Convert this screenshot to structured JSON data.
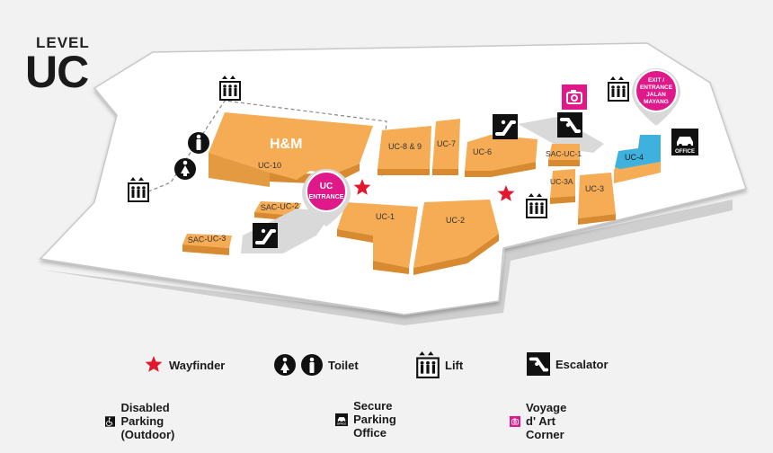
{
  "level": {
    "label": "LEVEL",
    "code": "UC"
  },
  "stores": {
    "hm": "H&M",
    "uc10": "UC-10",
    "sac_uc2": "SAC-UC-2",
    "sac_uc3": "SAC-UC-3",
    "uc1": "UC-1",
    "uc2": "UC-2",
    "uc89": "UC-8 & 9",
    "uc7": "UC-7",
    "uc6": "UC-6",
    "sac_uc1": "SAC-UC-1",
    "uc3a": "UC-3A",
    "uc3": "UC-3",
    "uc4": "UC-4"
  },
  "pins": {
    "uc_entrance": [
      "UC",
      "ENTRANCE"
    ],
    "exit_entrance": [
      "EXIT /",
      "ENTRANCE",
      "JALAN",
      "MAYANG"
    ]
  },
  "map_labels": {
    "office": "OFFICE"
  },
  "legend": {
    "wayfinder": "Wayfinder",
    "toilet": "Toilet",
    "lift": "Lift",
    "escalator": "Escalator",
    "disabled_parking": "Disabled Parking (Outdoor)",
    "secure_parking": "Secure Parking Office",
    "office_icon": "OFFICE",
    "voyage": "Voyage d' Art Corner"
  },
  "colors": {
    "store": "#f5ac55",
    "store_side": "#d88a30",
    "highlight": "#3fb1df",
    "pin": "#e0198a",
    "wayfinder": "#e0192e",
    "floor": "#ffffff",
    "floor_edge": "#bdbdbd"
  }
}
